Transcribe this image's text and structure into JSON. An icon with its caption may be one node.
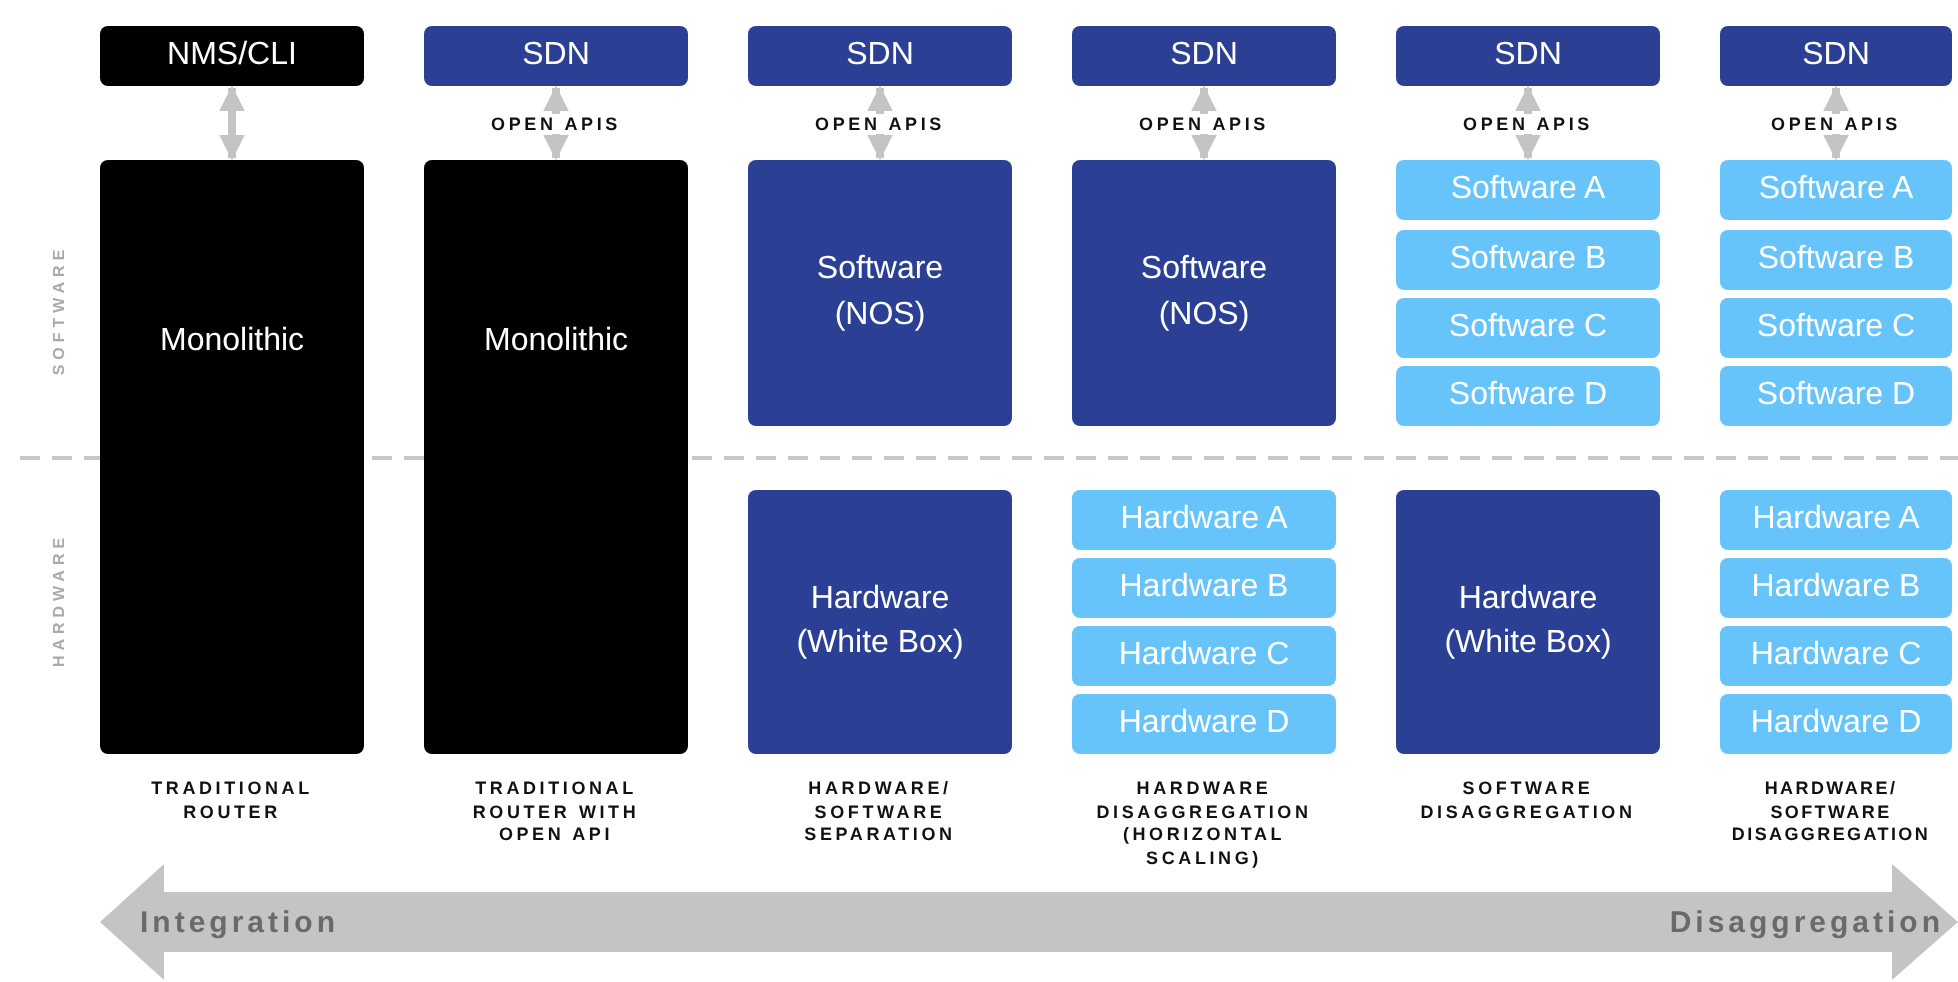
{
  "diagram": {
    "nodes": [
      {
        "text": [
          "NMS/CLI"
        ]
      },
      {
        "text": [
          "Monolithic"
        ]
      },
      {
        "text": [
          "SDN"
        ]
      },
      {
        "text": [
          "Monolithic"
        ]
      },
      {
        "text": [
          "SDN"
        ]
      },
      {
        "text": [
          "Software (NOS)"
        ]
      },
      {
        "text": [
          "Hardware (White Box)"
        ]
      },
      {
        "text": [
          "SDN"
        ]
      },
      {
        "text": [
          "Software (NOS)"
        ]
      },
      {
        "text": [
          "Hardware A"
        ]
      },
      {
        "text": [
          "Hardware B"
        ]
      },
      {
        "text": [
          "Hardware C"
        ]
      },
      {
        "text": [
          "Hardware D"
        ]
      },
      {
        "text": [
          "SDN"
        ]
      },
      {
        "text": [
          "Software A"
        ]
      },
      {
        "text": [
          "Software B"
        ]
      },
      {
        "text": [
          "Software C"
        ]
      },
      {
        "text": [
          "Software D"
        ]
      },
      {
        "text": [
          "Hardware (White Box)"
        ]
      },
      {
        "text": [
          "SDN"
        ]
      },
      {
        "text": [
          "Software A"
        ]
      },
      {
        "text": [
          "Software B"
        ]
      },
      {
        "text": [
          "Software C"
        ]
      },
      {
        "text": [
          "Software D"
        ]
      },
      {
        "text": [
          "Hardware A"
        ]
      },
      {
        "text": [
          "Hardware B"
        ]
      },
      {
        "text": [
          "Hardware C"
        ]
      },
      {
        "text": [
          "Hardware D"
        ]
      }
    ],
    "edges": [
      {
        "from": 0,
        "to": 1,
        "arrow": "both"
      },
      {
        "from": 2,
        "to": 3,
        "arrow": "both",
        "label": "OPEN APIS"
      },
      {
        "from": 4,
        "to": 5,
        "arrow": "both",
        "label": "OPEN APIS"
      },
      {
        "from": 7,
        "to": 8,
        "arrow": "both",
        "label": "OPEN APIS"
      },
      {
        "from": 13,
        "to": 14,
        "arrow": "both",
        "label": "OPEN APIS"
      },
      {
        "from": 19,
        "to": 20,
        "arrow": "both",
        "label": "OPEN APIS"
      }
    ],
    "labels": [
      "SOFTWARE",
      "HARDWARE",
      "TRADITIONAL ROUTER",
      "TRADITIONAL ROUTER WITH OPEN API",
      "HARDWARE/ SOFTWARE SEPARATION",
      "HARDWARE DISAGGREGATION (HORIZONTAL SCALING)",
      "SOFTWARE DISAGGREGATION",
      "HARDWARE/ SOFTWARE DISAGGREGATION",
      "Integration",
      "Disaggregation"
    ]
  }
}
